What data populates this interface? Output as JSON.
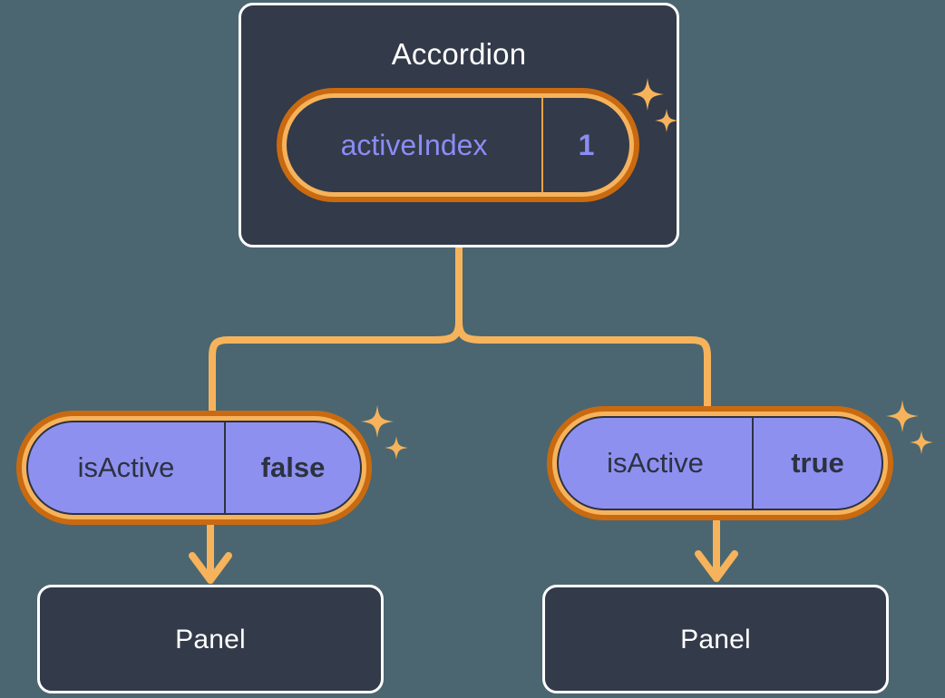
{
  "diagram": {
    "type": "component-state-tree",
    "background_color": "#4b6670",
    "accent_color": "#f6b35c",
    "accent_dark_color": "#c96a10",
    "box_fill_color": "#333a49",
    "state_fill_color": "#8e90f0",
    "state_text_color": "#2c3240",
    "highlight_text_color": "#8b8cf5"
  },
  "root": {
    "title": "Accordion",
    "state": {
      "key": "activeIndex",
      "value": "1"
    }
  },
  "branches": [
    {
      "state": {
        "key": "isActive",
        "value": "false"
      },
      "child_title": "Panel"
    },
    {
      "state": {
        "key": "isActive",
        "value": "true"
      },
      "child_title": "Panel"
    }
  ],
  "icons": {
    "sparkle": "sparkle-icon"
  }
}
